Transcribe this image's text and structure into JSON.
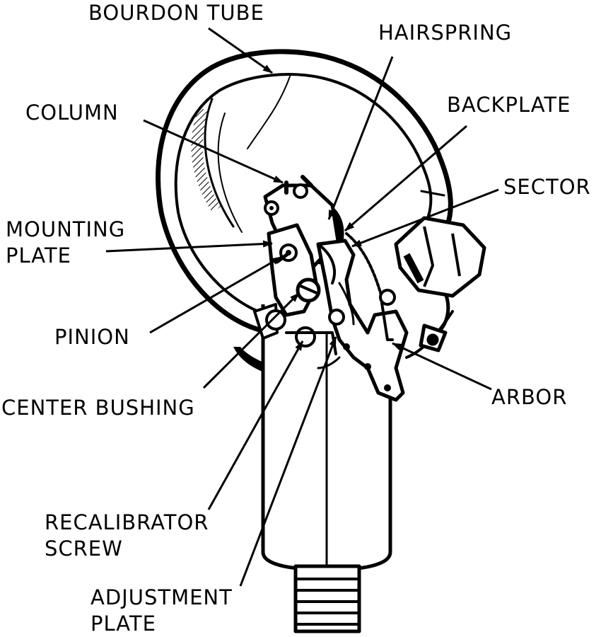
{
  "labels": {
    "bourdon_tube": "BOURDON TUBE",
    "hairspring": "HAIRSPRING",
    "column": "COLUMN",
    "backplate": "BACKPLATE",
    "sector": "SECTOR",
    "mounting_plate": [
      "MOUNTING",
      "PLATE"
    ],
    "pinion": "PINION",
    "center_bushing": "CENTER BUSHING",
    "arbor": "ARBOR",
    "recalibrator_screw": [
      "RECALIBRATOR",
      "SCREW"
    ],
    "adjustment_plate": [
      "ADJUSTMENT",
      "PLATE"
    ]
  }
}
